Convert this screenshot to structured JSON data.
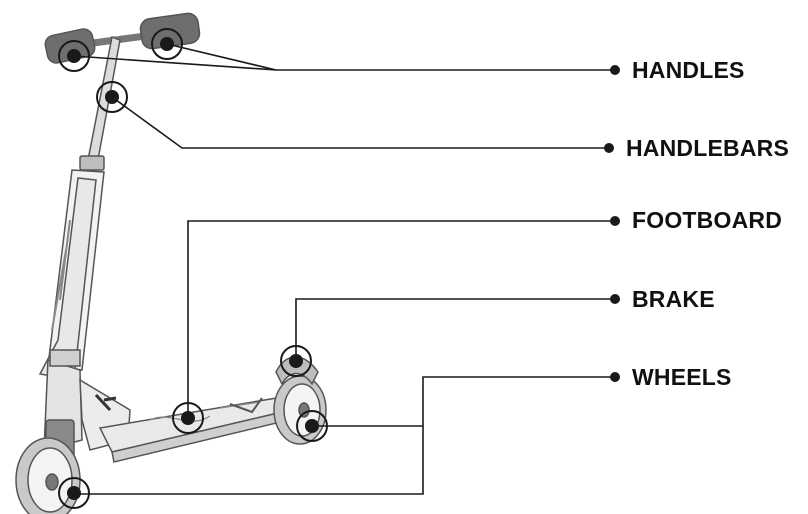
{
  "labels": {
    "handles": "HANDLES",
    "handlebars": "HANDLEBARS",
    "footboard": "FOOTBOARD",
    "brake": "BRAKE",
    "wheels": "WHEELS"
  },
  "colors": {
    "line": "#1a1a1a",
    "frame": "#e6e6e6",
    "frame_stroke": "#555555",
    "grip": "#6b6b6b",
    "tire": "#c9c9c9"
  }
}
